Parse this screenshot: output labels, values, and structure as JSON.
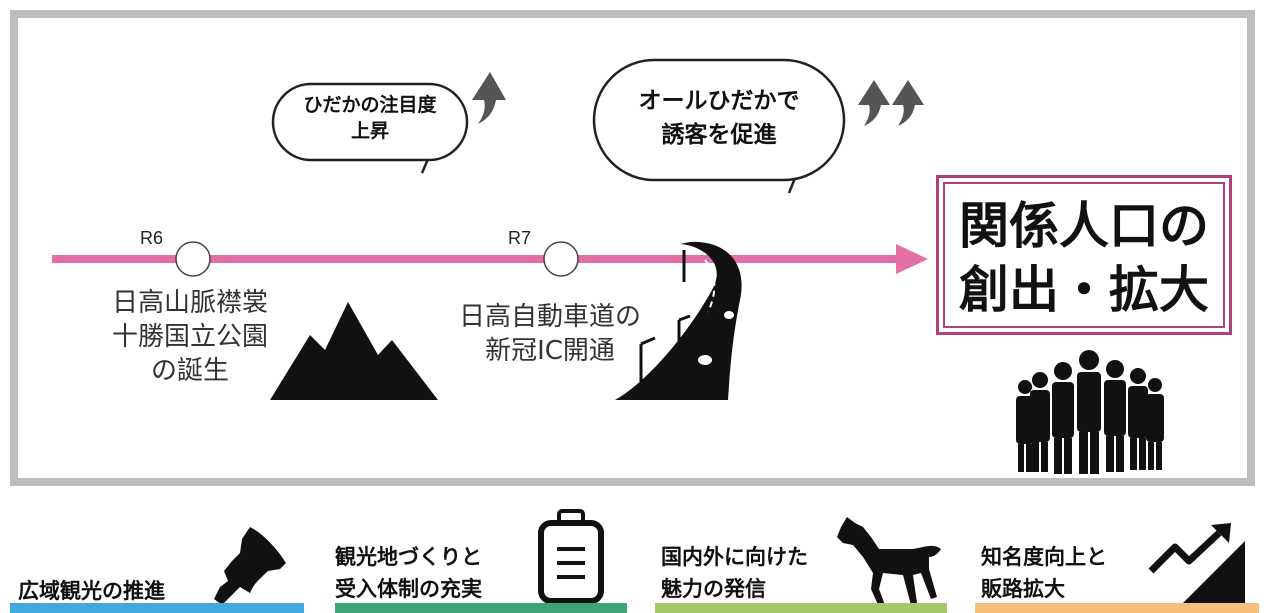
{
  "timeline": {
    "milestones": [
      {
        "label": "R6",
        "caption_lines": [
          "日高山脈襟裳",
          "十勝国立公園",
          "の誕生"
        ]
      },
      {
        "label": "R7",
        "caption_lines": [
          "日高自動車道の",
          "新冠IC開通"
        ]
      }
    ]
  },
  "bubbles": [
    {
      "lines": [
        "ひだかの注目度",
        "上昇"
      ],
      "arrows": 1
    },
    {
      "lines": [
        "オールひだかで",
        "誘客を促進"
      ],
      "arrows": 2
    }
  ],
  "result": {
    "lines": [
      "関係人口の",
      "創出・拡大"
    ]
  },
  "bottom_items": [
    {
      "lines": [
        "広域観光の推進"
      ],
      "icon": "hokkaido-map-icon",
      "color": "#3fa9df"
    },
    {
      "lines": [
        "観光地づくりと",
        "受入体制の充実"
      ],
      "icon": "suitcase-icon",
      "color": "#3fa574"
    },
    {
      "lines": [
        "国内外に向けた",
        "魅力の発信"
      ],
      "icon": "horse-icon",
      "color": "#a4c866"
    },
    {
      "lines": [
        "知名度向上と",
        "販路拡大"
      ],
      "icon": "growth-chart-icon",
      "color": "#f6c07a"
    }
  ],
  "colors": {
    "timeline": "#e36fa6",
    "frame": "#bdbdbd",
    "result_border": "#b0417f",
    "icon": "#111111"
  }
}
